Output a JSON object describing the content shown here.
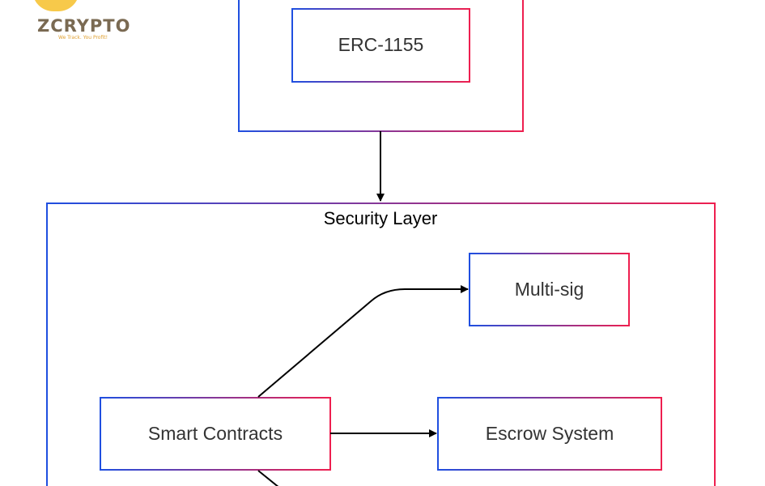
{
  "logo": {
    "name": "ZCRYPTO",
    "tagline": "We Track. You Profit!"
  },
  "groups": {
    "security_layer": {
      "title": "Security Layer"
    }
  },
  "nodes": {
    "erc1155": "ERC-1155",
    "multisig": "Multi-sig",
    "smart_contracts": "Smart Contracts",
    "escrow": "Escrow System"
  },
  "colors": {
    "gradient_start": "#1f4fe0",
    "gradient_end": "#ee1f4f",
    "arrow": "#000000"
  }
}
